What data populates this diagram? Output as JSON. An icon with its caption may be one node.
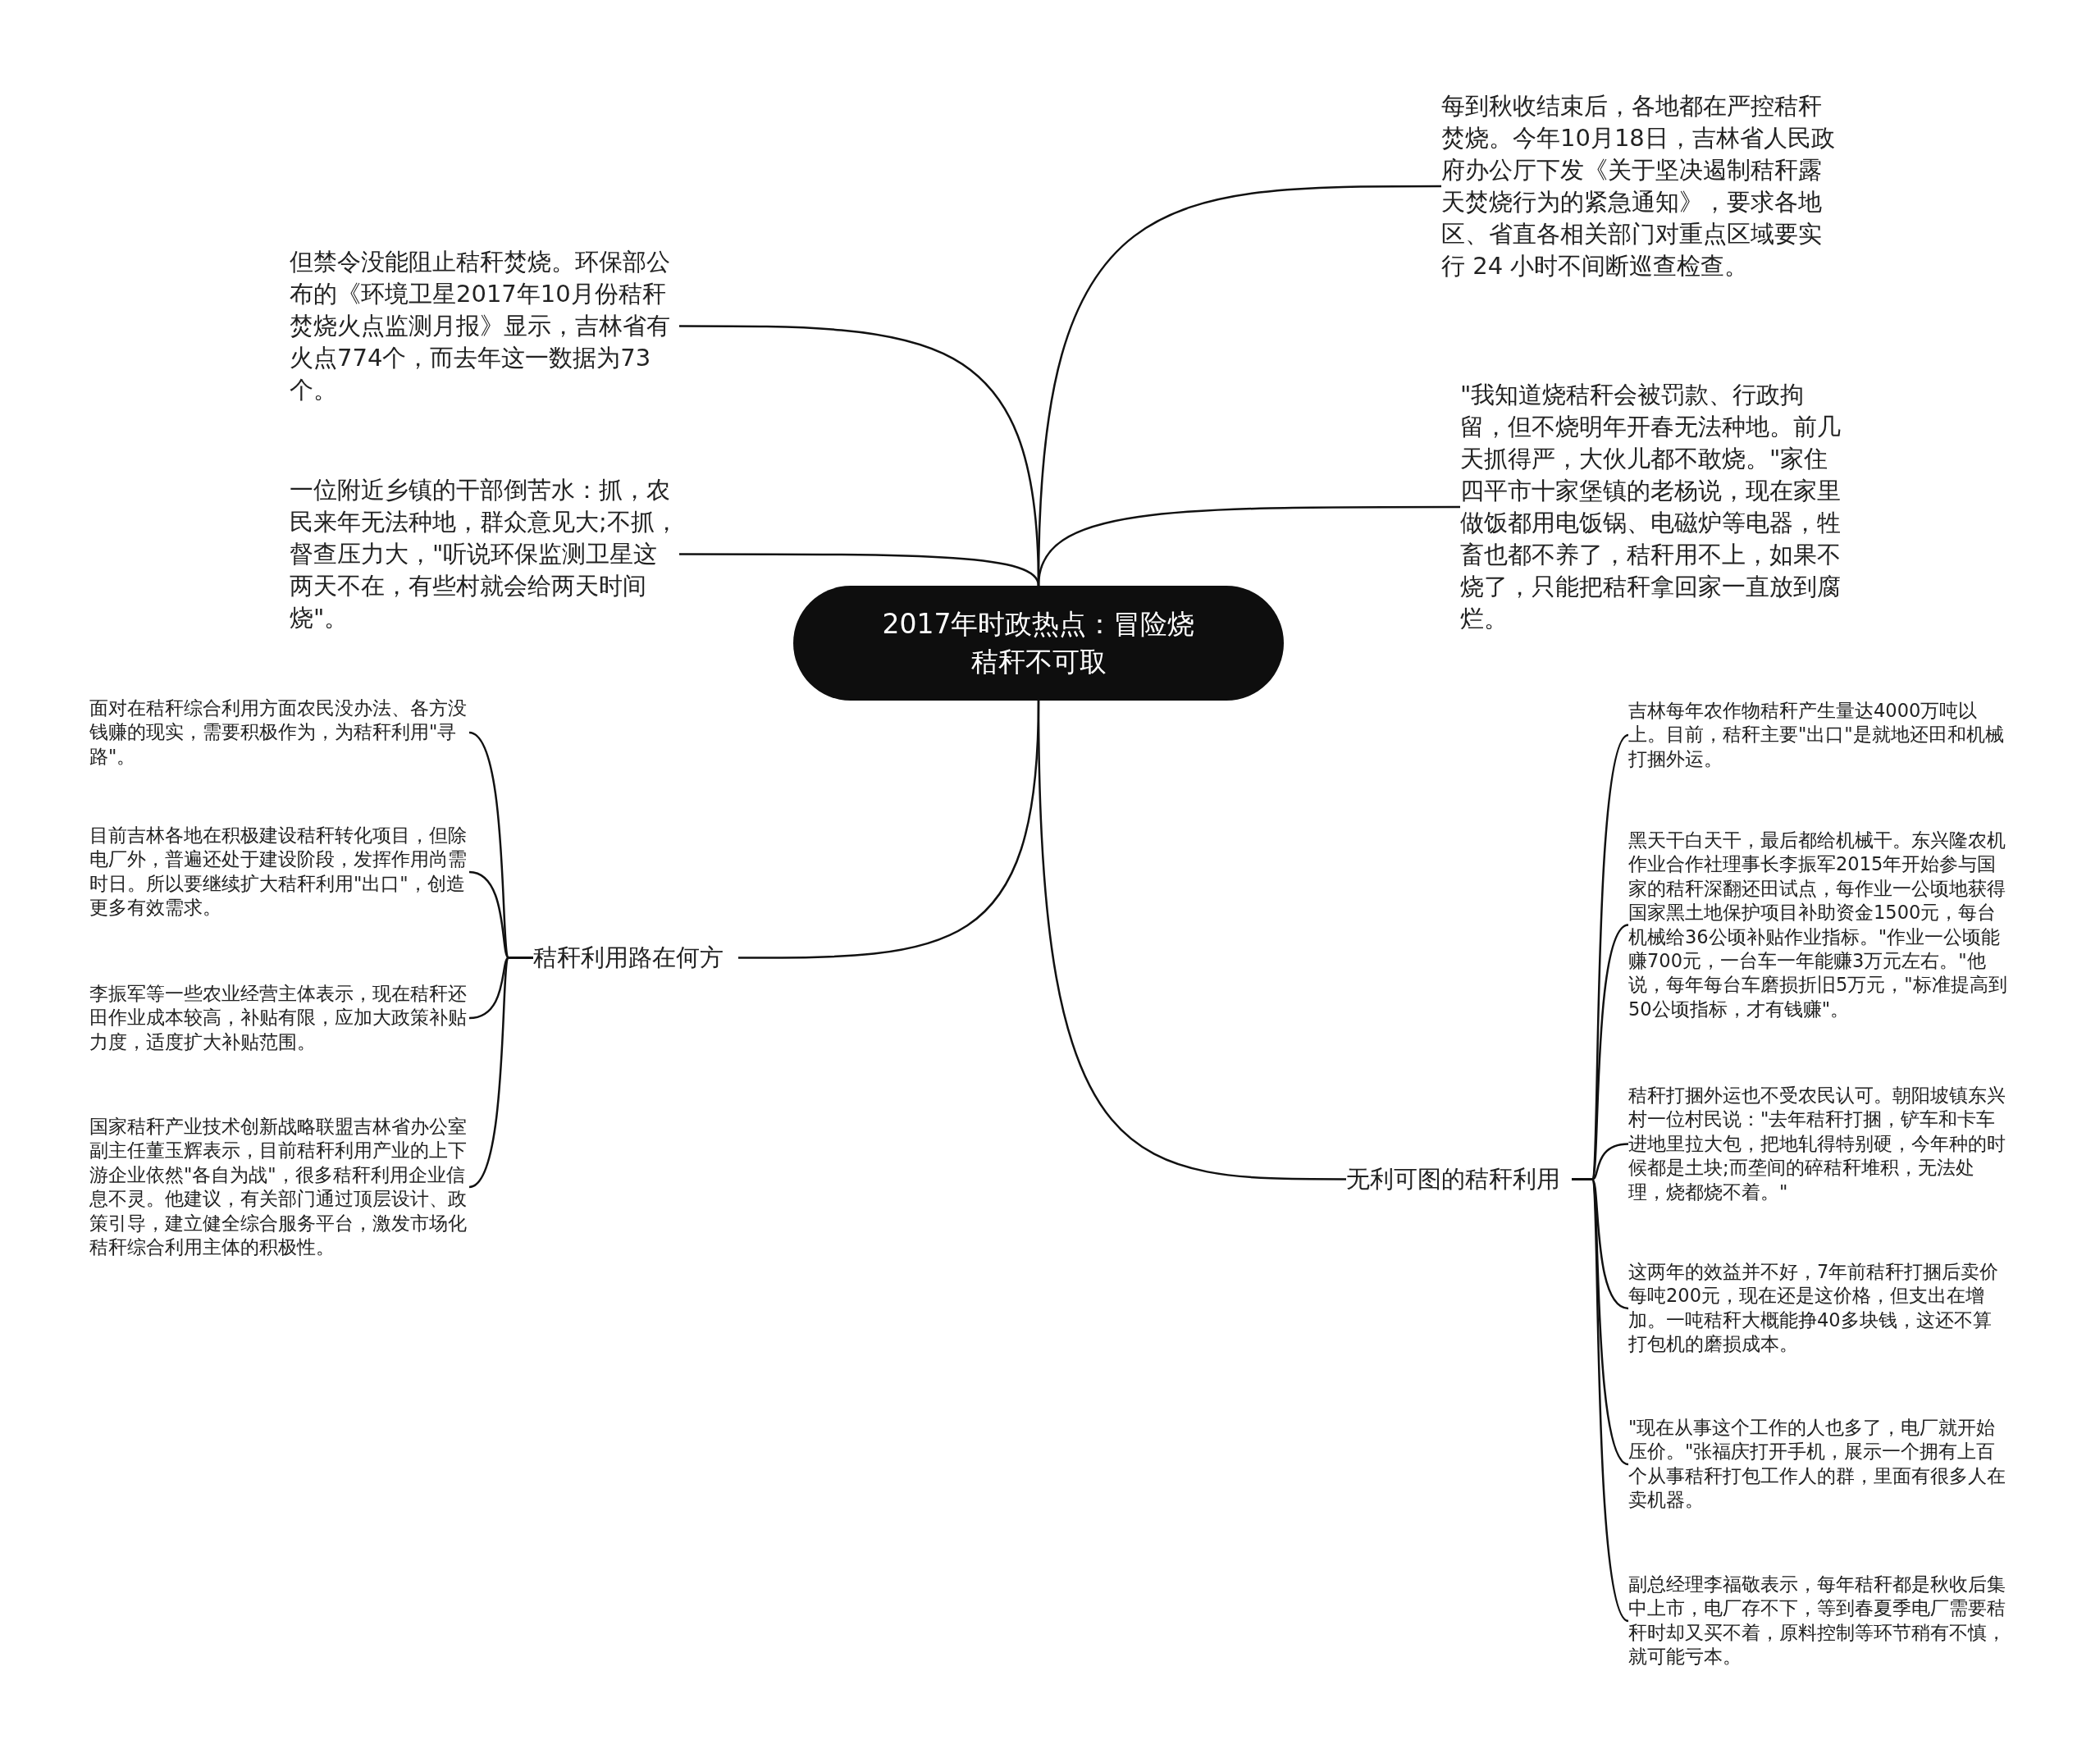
{
  "diagram": {
    "nodes": [
      {
        "text": [
          "2017年时政热点：冒险烧秸秆不可取"
        ]
      },
      {
        "text": [
          "每到秋收结束后，各地都在严控秸秆焚烧。今年10月18日，吉林省人民政府办公厅下发《关于坚决遏制秸秆露天焚烧行为的紧急通知》，要求各地区、省直各相关部门对重点区域要实行 24 小时不间断巡查检查。"
        ]
      },
      {
        "text": [
          "但禁令没能阻止秸秆焚烧。环保部公布的《环境卫星2017年10月份秸秆焚烧火点监测月报》显示，吉林省有火点774个，而去年这一数据为73个。"
        ]
      },
      {
        "text": [
          "\"我知道烧秸秆会被罚款、行政拘留，但不烧明年开春无法种地。前几天抓得严，大伙儿都不敢烧。\"家住四平市十家堡镇的老杨说，现在家里做饭都用电饭锅、电磁炉等电器，牲畜也都不养了，秸秆用不上，如果不烧了，只能把秸秆拿回家一直放到腐烂。"
        ]
      },
      {
        "text": [
          "一位附近乡镇的干部倒苦水：抓，农民来年无法种地，群众意见大;不抓，督查压力大，\"听说环保监测卫星这两天不在，有些村就会给两天时间烧\"。"
        ]
      },
      {
        "text": [
          "秸秆利用路在何方"
        ]
      },
      {
        "text": [
          "面对在秸秆综合利用方面农民没办法、各方没钱赚的现实，需要积极作为，为秸秆利用\"寻路\"。"
        ]
      },
      {
        "text": [
          "目前吉林各地在积极建设秸秆转化项目，但除电厂外，普遍还处于建设阶段，发挥作用尚需时日。所以要继续扩大秸秆利用\"出口\"，创造更多有效需求。"
        ]
      },
      {
        "text": [
          "李振军等一些农业经营主体表示，现在秸秆还田作业成本较高，补贴有限，应加大政策补贴力度，适度扩大补贴范围。"
        ]
      },
      {
        "text": [
          "国家秸秆产业技术创新战略联盟吉林省办公室副主任董玉辉表示，目前秸秆利用产业的上下游企业依然\"各自为战\"，很多秸秆利用企业信息不灵。他建议，有关部门通过顶层设计、政策引导，建立健全综合服务平台，激发市场化秸秆综合利用主体的积极性。"
        ]
      },
      {
        "text": [
          "无利可图的秸秆利用"
        ]
      },
      {
        "text": [
          "吉林每年农作物秸秆产生量达4000万吨以上。目前，秸秆主要\"出口\"是就地还田和机械打捆外运。"
        ]
      },
      {
        "text": [
          "黑天干白天干，最后都给机械干。东兴隆农机作业合作社理事长李振军2015年开始参与国家的秸秆深翻还田试点，每作业一公顷地获得国家黑土地保护项目补助资金1500元，每台机械给36公顷补贴作业指标。\"作业一公顷能赚700元，一台车一年能赚3万元左右。\"他说，每年每台车磨损折旧5万元，\"标准提高到50公顷指标，才有钱赚\"。"
        ]
      },
      {
        "text": [
          "秸秆打捆外运也不受农民认可。朝阳坡镇东兴村一位村民说：\"去年秸秆打捆，铲车和卡车进地里拉大包，把地轧得特别硬，今年种的时候都是土块;而垄间的碎秸秆堆积，无法处理，烧都烧不着。\""
        ]
      },
      {
        "text": [
          "这两年的效益并不好，7年前秸秆打捆后卖价每吨200元，现在还是这价格，但支出在增加。一吨秸秆大概能挣40多块钱，这还不算打包机的磨损成本。"
        ]
      },
      {
        "text": [
          "\"现在从事这个工作的人也多了，电厂就开始压价。\"张福庆打开手机，展示一个拥有上百个从事秸秆打包工作人的群，里面有很多人在卖机器。"
        ]
      },
      {
        "text": [
          "副总经理李福敬表示，每年秸秆都是秋收后集中上市，电厂存不下，等到春夏季电厂需要秸秆时却又买不着，原料控制等环节稍有不慎，就可能亏本。"
        ]
      }
    ],
    "edges": [
      {
        "from": 0,
        "to": 1,
        "arrow": "none"
      },
      {
        "from": 0,
        "to": 2,
        "arrow": "none"
      },
      {
        "from": 0,
        "to": 3,
        "arrow": "none"
      },
      {
        "from": 0,
        "to": 4,
        "arrow": "none"
      },
      {
        "from": 0,
        "to": 5,
        "arrow": "none"
      },
      {
        "from": 0,
        "to": 10,
        "arrow": "none"
      },
      {
        "from": 5,
        "to": 6,
        "arrow": "none"
      },
      {
        "from": 5,
        "to": 7,
        "arrow": "none"
      },
      {
        "from": 5,
        "to": 8,
        "arrow": "none"
      },
      {
        "from": 5,
        "to": 9,
        "arrow": "none"
      },
      {
        "from": 10,
        "to": 11,
        "arrow": "none"
      },
      {
        "from": 10,
        "to": 12,
        "arrow": "none"
      },
      {
        "from": 10,
        "to": 13,
        "arrow": "none"
      },
      {
        "from": 10,
        "to": 14,
        "arrow": "none"
      },
      {
        "from": 10,
        "to": 15,
        "arrow": "none"
      },
      {
        "from": 10,
        "to": 16,
        "arrow": "none"
      }
    ]
  }
}
